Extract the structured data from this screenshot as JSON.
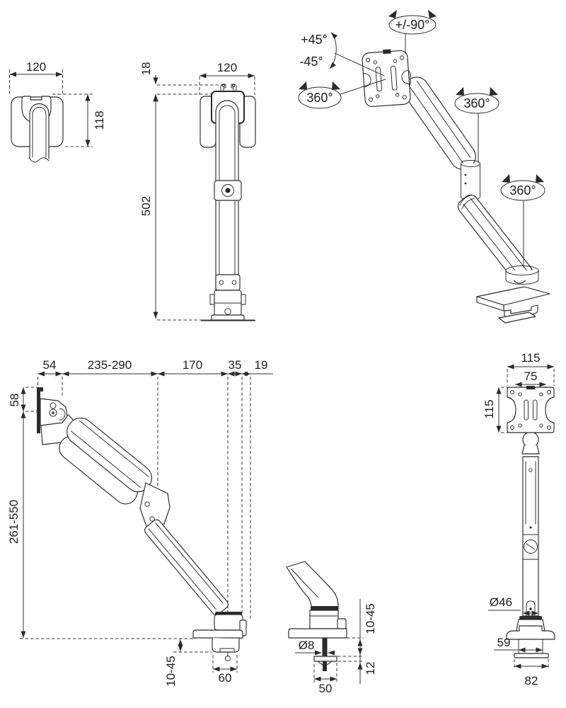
{
  "drawing": {
    "background": "#ffffff",
    "line_color": "#2b2b2b",
    "views": {
      "clamp_top": {
        "dim_width": "120",
        "dim_depth": "118"
      },
      "front_folded": {
        "dim_hook_height": "18",
        "dim_width": "120",
        "dim_height": "502"
      },
      "perspective": {
        "label_tilt_up": "+45°",
        "label_tilt_down": "-45°",
        "label_swivel": "+/-90°",
        "label_rotate_vesa": "360°",
        "label_rotate_elbow": "360°",
        "label_rotate_base": "360°"
      },
      "side_extended": {
        "dim_front_offset": "54",
        "dim_upper_arm": "235-290",
        "dim_lower_arm": "170",
        "dim_base_depth": "35",
        "dim_base_edge": "19",
        "dim_plate": "58",
        "dim_height_range": "261-550",
        "dim_clamp_range": "10-45",
        "dim_clamp_width": "60"
      },
      "grommet": {
        "dim_desk_range": "10-45",
        "dim_bolt": "Ø8",
        "dim_washer": "12",
        "dim_washer_width": "50"
      },
      "back": {
        "dim_vesa_width": "115",
        "dim_slot_spacing": "75",
        "dim_vesa_height": "115",
        "dim_pole": "Ø46",
        "dim_neck": "59",
        "dim_base": "82"
      }
    }
  }
}
